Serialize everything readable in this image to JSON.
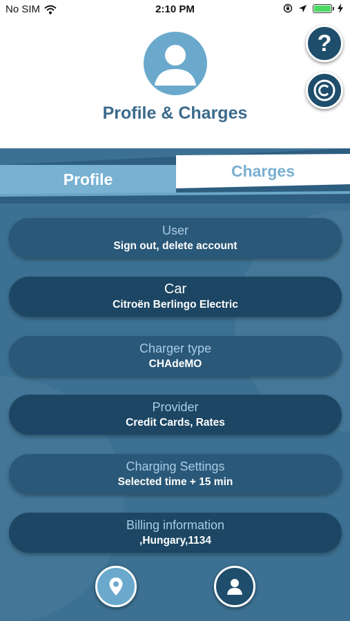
{
  "status_bar": {
    "carrier": "No SIM",
    "time": "2:10 PM",
    "icons": [
      "wifi-icon",
      "orientation-lock-icon",
      "location-arrow-icon",
      "battery-icon",
      "charging-bolt-icon"
    ]
  },
  "header": {
    "title": "Profile & Charges",
    "help_label": "?",
    "avatar_icon": "user-avatar-icon",
    "copyright_icon": "copyright-icon"
  },
  "tabs": [
    {
      "label": "Profile",
      "active": true
    },
    {
      "label": "Charges",
      "active": false
    }
  ],
  "menu": [
    {
      "title": "User",
      "subtitle": "Sign out, delete account"
    },
    {
      "title": "Car",
      "subtitle": "Citroën Berlingo Electric"
    },
    {
      "title": "Charger type",
      "subtitle": "CHAdeMO"
    },
    {
      "title": "Provider",
      "subtitle": "Credit Cards, Rates"
    },
    {
      "title": "Charging Settings",
      "subtitle": "Selected time + 15 min"
    },
    {
      "title": "Billing information",
      "subtitle": ",Hungary,1134"
    }
  ],
  "bottom_nav": [
    {
      "icon": "map-pin-icon"
    },
    {
      "icon": "user-icon"
    }
  ],
  "colors": {
    "primary_dark": "#1c4663",
    "primary_mid": "#2a5878",
    "accent_light": "#6aa9cc",
    "background_panel": "#3c7193",
    "title_text": "#3a6a8c",
    "battery_green": "#4cd964"
  }
}
